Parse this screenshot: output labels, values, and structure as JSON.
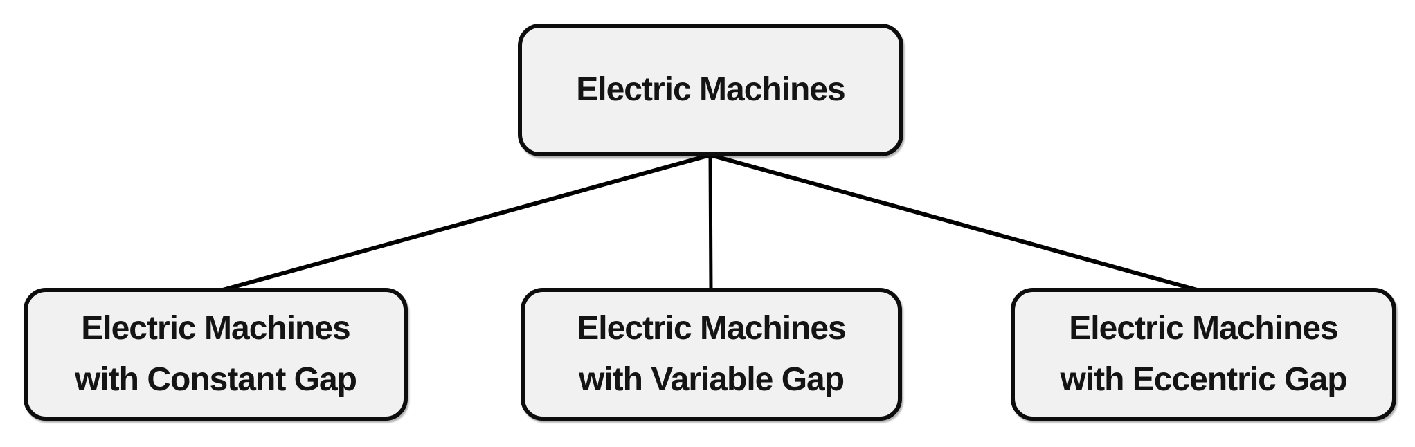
{
  "diagram": {
    "type": "tree",
    "root": {
      "id": "electric-machines",
      "label": "Electric Machines"
    },
    "children": [
      {
        "id": "constant-gap",
        "label": "Electric Machines with Constant Gap",
        "line1": "Electric Machines",
        "line2": "with Constant Gap"
      },
      {
        "id": "variable-gap",
        "label": "Electric Machines with Variable Gap",
        "line1": "Electric Machines",
        "line2": "with Variable Gap"
      },
      {
        "id": "eccentric-gap",
        "label": "Electric Machines with Eccentric Gap",
        "line1": "Electric Machines",
        "line2": "with Eccentric Gap"
      }
    ],
    "colors": {
      "background": "#ffffff",
      "box_fill": "#f1f1f1",
      "box_border": "#0d0d0d",
      "text": "#141414",
      "connector": "#000000"
    }
  }
}
